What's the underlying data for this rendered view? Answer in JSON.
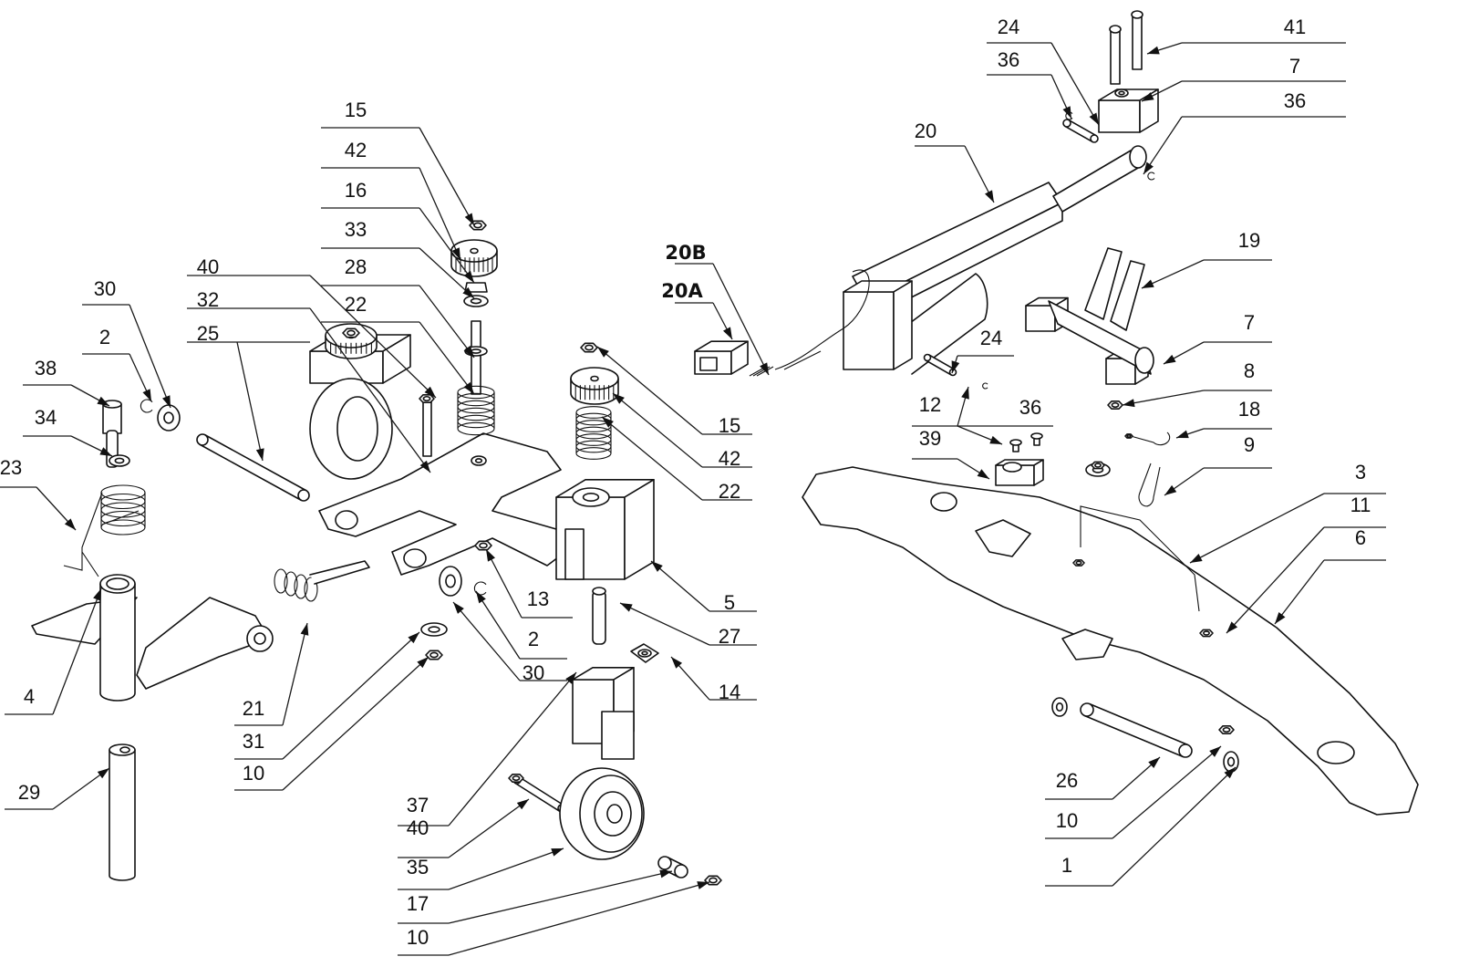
{
  "diagram": {
    "title": "",
    "type": "exploded-parts-diagram",
    "callouts": [
      {
        "label": "15",
        "group": "caster-stack",
        "target": "hex-nut"
      },
      {
        "label": "42",
        "group": "caster-stack",
        "target": "knurled-cap"
      },
      {
        "label": "16",
        "group": "caster-stack",
        "target": "nut"
      },
      {
        "label": "33",
        "group": "caster-stack",
        "target": "washer"
      },
      {
        "label": "28",
        "group": "caster-stack",
        "target": "washer-on-shaft"
      },
      {
        "label": "22",
        "group": "caster-stack",
        "target": "spring"
      },
      {
        "label": "40",
        "group": "caster-assembly",
        "target": "bolt"
      },
      {
        "label": "32",
        "group": "caster-assembly",
        "target": "washer"
      },
      {
        "label": "25",
        "group": "caster-assembly",
        "target": "axle-rod"
      },
      {
        "label": "30",
        "group": "left",
        "target": "flat-washer"
      },
      {
        "label": "2",
        "group": "left",
        "target": "e-clip"
      },
      {
        "label": "38",
        "group": "left",
        "target": "socket-cap-screw"
      },
      {
        "label": "34",
        "group": "left",
        "target": "lock-washer"
      },
      {
        "label": "23",
        "group": "left",
        "target": "torsion-spring"
      },
      {
        "label": "4",
        "group": "left",
        "target": "pedal-lever"
      },
      {
        "label": "29",
        "group": "left",
        "target": "pivot-pin"
      },
      {
        "label": "21",
        "group": "center",
        "target": "torsion-spring"
      },
      {
        "label": "31",
        "group": "center",
        "target": "washer"
      },
      {
        "label": "10",
        "group": "center",
        "target": "lock-nut"
      },
      {
        "label": "15",
        "group": "right-stack",
        "target": "hex-nut"
      },
      {
        "label": "42",
        "group": "right-stack",
        "target": "knurled-cap"
      },
      {
        "label": "22",
        "group": "right-stack",
        "target": "spring"
      },
      {
        "label": "13",
        "group": "center",
        "target": "lock-nut"
      },
      {
        "label": "2",
        "group": "center",
        "target": "e-clip"
      },
      {
        "label": "30",
        "group": "center",
        "target": "flat-washer"
      },
      {
        "label": "5",
        "group": "center",
        "target": "caster-housing"
      },
      {
        "label": "27",
        "group": "center",
        "target": "stud"
      },
      {
        "label": "14",
        "group": "center",
        "target": "square-nut"
      },
      {
        "label": "37",
        "group": "wheel-assembly",
        "target": "fork-bracket"
      },
      {
        "label": "40",
        "group": "wheel-assembly",
        "target": "bolt"
      },
      {
        "label": "35",
        "group": "wheel-assembly",
        "target": "wheel"
      },
      {
        "label": "17",
        "group": "wheel-assembly",
        "target": "spacer"
      },
      {
        "label": "10",
        "group": "wheel-assembly",
        "target": "lock-nut"
      },
      {
        "label": "20B",
        "group": "actuator",
        "target": "terminals",
        "bold": true
      },
      {
        "label": "20A",
        "group": "actuator",
        "target": "connector-housing",
        "bold": true
      },
      {
        "label": "20",
        "group": "actuator",
        "target": "linear-actuator"
      },
      {
        "label": "24",
        "group": "actuator-top",
        "target": "pin"
      },
      {
        "label": "36",
        "group": "actuator-top",
        "target": "e-clip"
      },
      {
        "label": "41",
        "group": "actuator-top",
        "target": "socket-cap-screw"
      },
      {
        "label": "7",
        "group": "actuator-top",
        "target": "clamp-block"
      },
      {
        "label": "36",
        "group": "actuator-top",
        "target": "e-clip"
      },
      {
        "label": "19",
        "group": "right",
        "target": "clevis-bracket"
      },
      {
        "label": "7",
        "group": "right",
        "target": "clamp-block"
      },
      {
        "label": "24",
        "group": "right",
        "target": "pin"
      },
      {
        "label": "36",
        "group": "right",
        "target": "e-clip"
      },
      {
        "label": "12",
        "group": "right",
        "target": "lock-nut"
      },
      {
        "label": "39",
        "group": "right",
        "target": "screw"
      },
      {
        "label": "8",
        "group": "right",
        "target": "cable-clamp"
      },
      {
        "label": "18",
        "group": "right",
        "target": "shackle"
      },
      {
        "label": "9",
        "group": "right",
        "target": "hook"
      },
      {
        "label": "3",
        "group": "right",
        "target": "rod-guard"
      },
      {
        "label": "11",
        "group": "right",
        "target": "lock-nut"
      },
      {
        "label": "6",
        "group": "right",
        "target": "frame"
      },
      {
        "label": "26",
        "group": "right",
        "target": "pivot-shaft"
      },
      {
        "label": "10",
        "group": "right",
        "target": "lock-nut"
      },
      {
        "label": "1",
        "group": "right",
        "target": "retaining-ring"
      }
    ]
  }
}
